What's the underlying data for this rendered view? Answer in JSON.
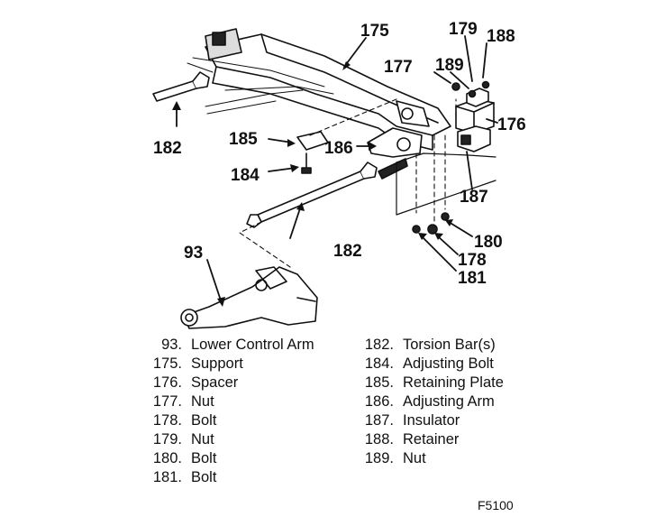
{
  "callouts": {
    "c175": "175",
    "c179": "179",
    "c188": "188",
    "c177": "177",
    "c189": "189",
    "c176": "176",
    "c182a": "182",
    "c185": "185",
    "c186": "186",
    "c184": "184",
    "c187": "187",
    "c93": "93",
    "c182b": "182",
    "c180": "180",
    "c178": "178",
    "c181": "181"
  },
  "legend": {
    "left": [
      {
        "num": "93.",
        "label": "Lower Control Arm"
      },
      {
        "num": "175.",
        "label": "Support"
      },
      {
        "num": "176.",
        "label": "Spacer"
      },
      {
        "num": "177.",
        "label": "Nut"
      },
      {
        "num": "178.",
        "label": "Bolt"
      },
      {
        "num": "179.",
        "label": "Nut"
      },
      {
        "num": "180.",
        "label": "Bolt"
      },
      {
        "num": "181.",
        "label": "Bolt"
      }
    ],
    "right": [
      {
        "num": "182.",
        "label": "Torsion Bar(s)"
      },
      {
        "num": "184.",
        "label": "Adjusting Bolt"
      },
      {
        "num": "185.",
        "label": "Retaining Plate"
      },
      {
        "num": "186.",
        "label": "Adjusting Arm"
      },
      {
        "num": "187.",
        "label": "Insulator"
      },
      {
        "num": "188.",
        "label": "Retainer"
      },
      {
        "num": "189.",
        "label": "Nut"
      }
    ]
  },
  "figure_code": "F5100"
}
